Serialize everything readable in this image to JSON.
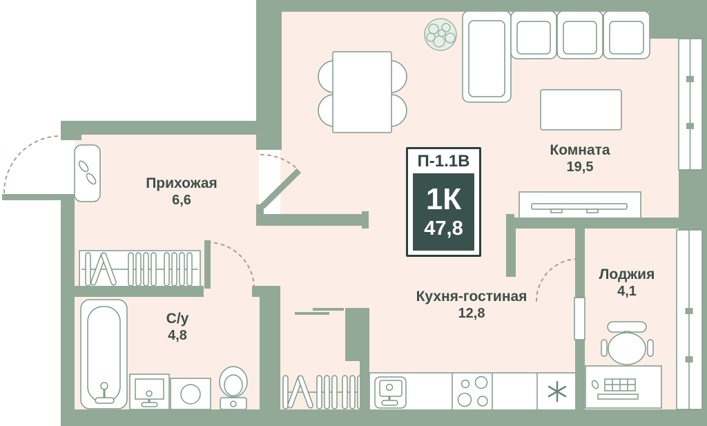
{
  "plan": {
    "badge": {
      "code": "П-1.1В",
      "rooms_count": "1К",
      "total_area": "47,8"
    },
    "rooms": {
      "hallway": {
        "name": "Прихожая",
        "area": "6,6"
      },
      "bathroom": {
        "name": "С/у",
        "area": "4,8"
      },
      "kitchen": {
        "name": "Кухня-гостиная",
        "area": "12,8"
      },
      "room": {
        "name": "Комната",
        "area": "19,5"
      },
      "loggia": {
        "name": "Лоджия",
        "area": "4,1"
      }
    },
    "symbols": [
      "entrance-door-arc",
      "shoe-mat",
      "wardrobe-hangers",
      "dining-table",
      "chairs",
      "plant",
      "corner-sofa",
      "coffee-table",
      "tv-stand",
      "window",
      "bathtub",
      "washbasin",
      "washing-machine",
      "toilet",
      "kitchen-counter",
      "sink",
      "stove",
      "fridge-asterisk",
      "desk",
      "office-chair",
      "loggia-glazing"
    ],
    "colors": {
      "wall": "#93a998",
      "floor": "#fceee6",
      "furniture_stroke": "#7e998b",
      "label_text": "#3e4e49",
      "badge_bg": "#3a524e",
      "badge_border": "#2c3f3c",
      "door_arc": "#b19a8c"
    }
  }
}
